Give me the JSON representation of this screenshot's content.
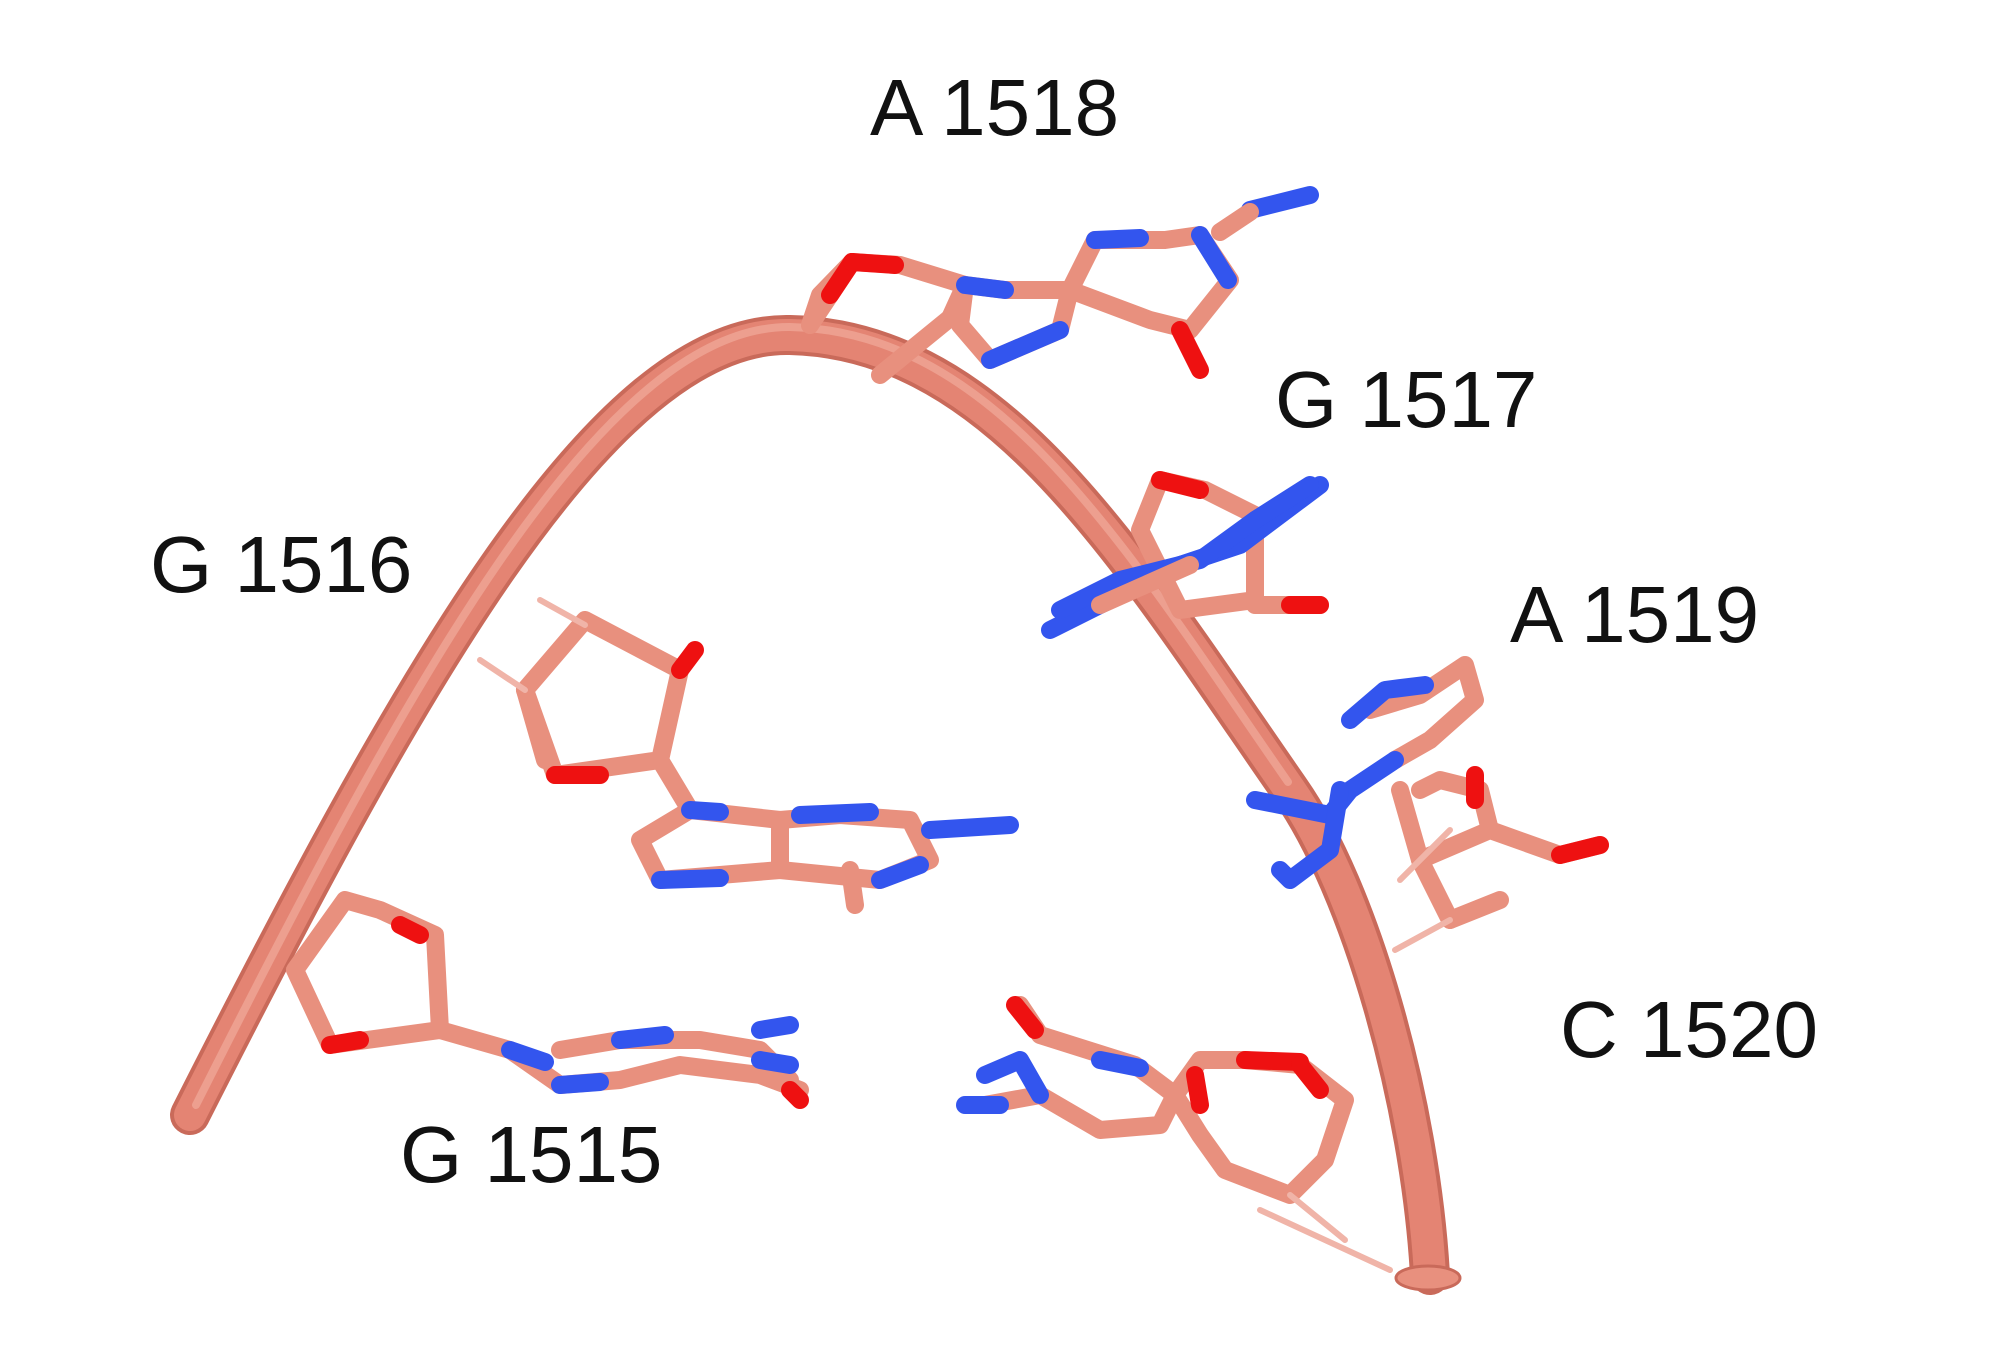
{
  "labels": {
    "a1518": "A 1518",
    "g1517": "G 1517",
    "g1516": "G 1516",
    "a1519": "A 1519",
    "c1520": "C 1520",
    "g1515": "G 1515"
  },
  "colors": {
    "backbone": "#e48473",
    "carbon": "#e8907e",
    "nitrogen": "#3355ee",
    "oxygen": "#ee1111",
    "background": "#ffffff",
    "text": "#111111"
  }
}
